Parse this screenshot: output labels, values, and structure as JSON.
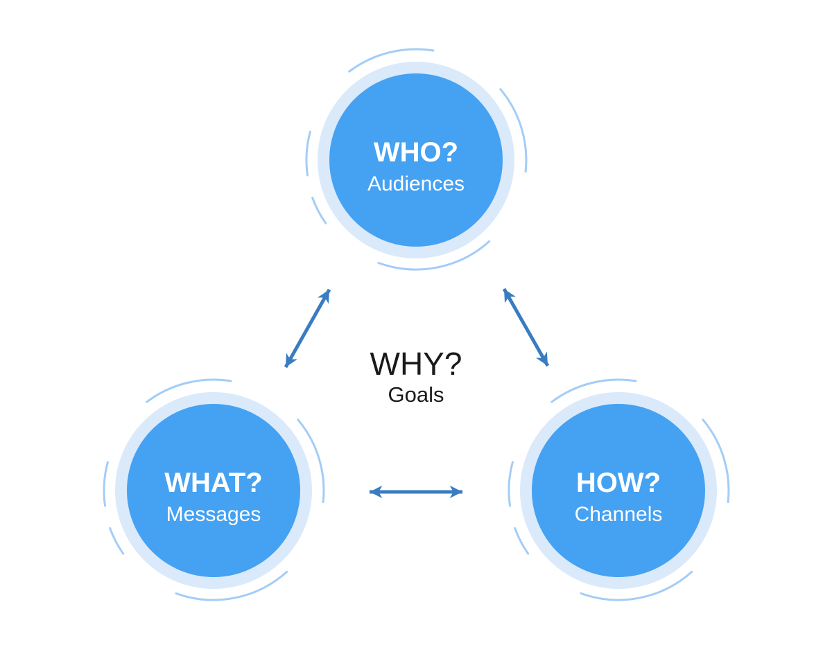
{
  "diagram": {
    "center": {
      "title": "WHY?",
      "subtitle": "Goals"
    },
    "nodes": [
      {
        "id": "who",
        "title": "WHO?",
        "subtitle": "Audiences"
      },
      {
        "id": "what",
        "title": "WHAT?",
        "subtitle": "Messages"
      },
      {
        "id": "how",
        "title": "HOW?",
        "subtitle": "Channels"
      }
    ],
    "colors": {
      "circle_fill": "#45A1F1",
      "halo": "#DAEAFB",
      "arc_stroke": "#A3CDF6",
      "arrow": "#397CC1",
      "node_text": "#FFFFFF",
      "center_text": "#1A1A1A",
      "background": "#FFFFFF"
    }
  }
}
